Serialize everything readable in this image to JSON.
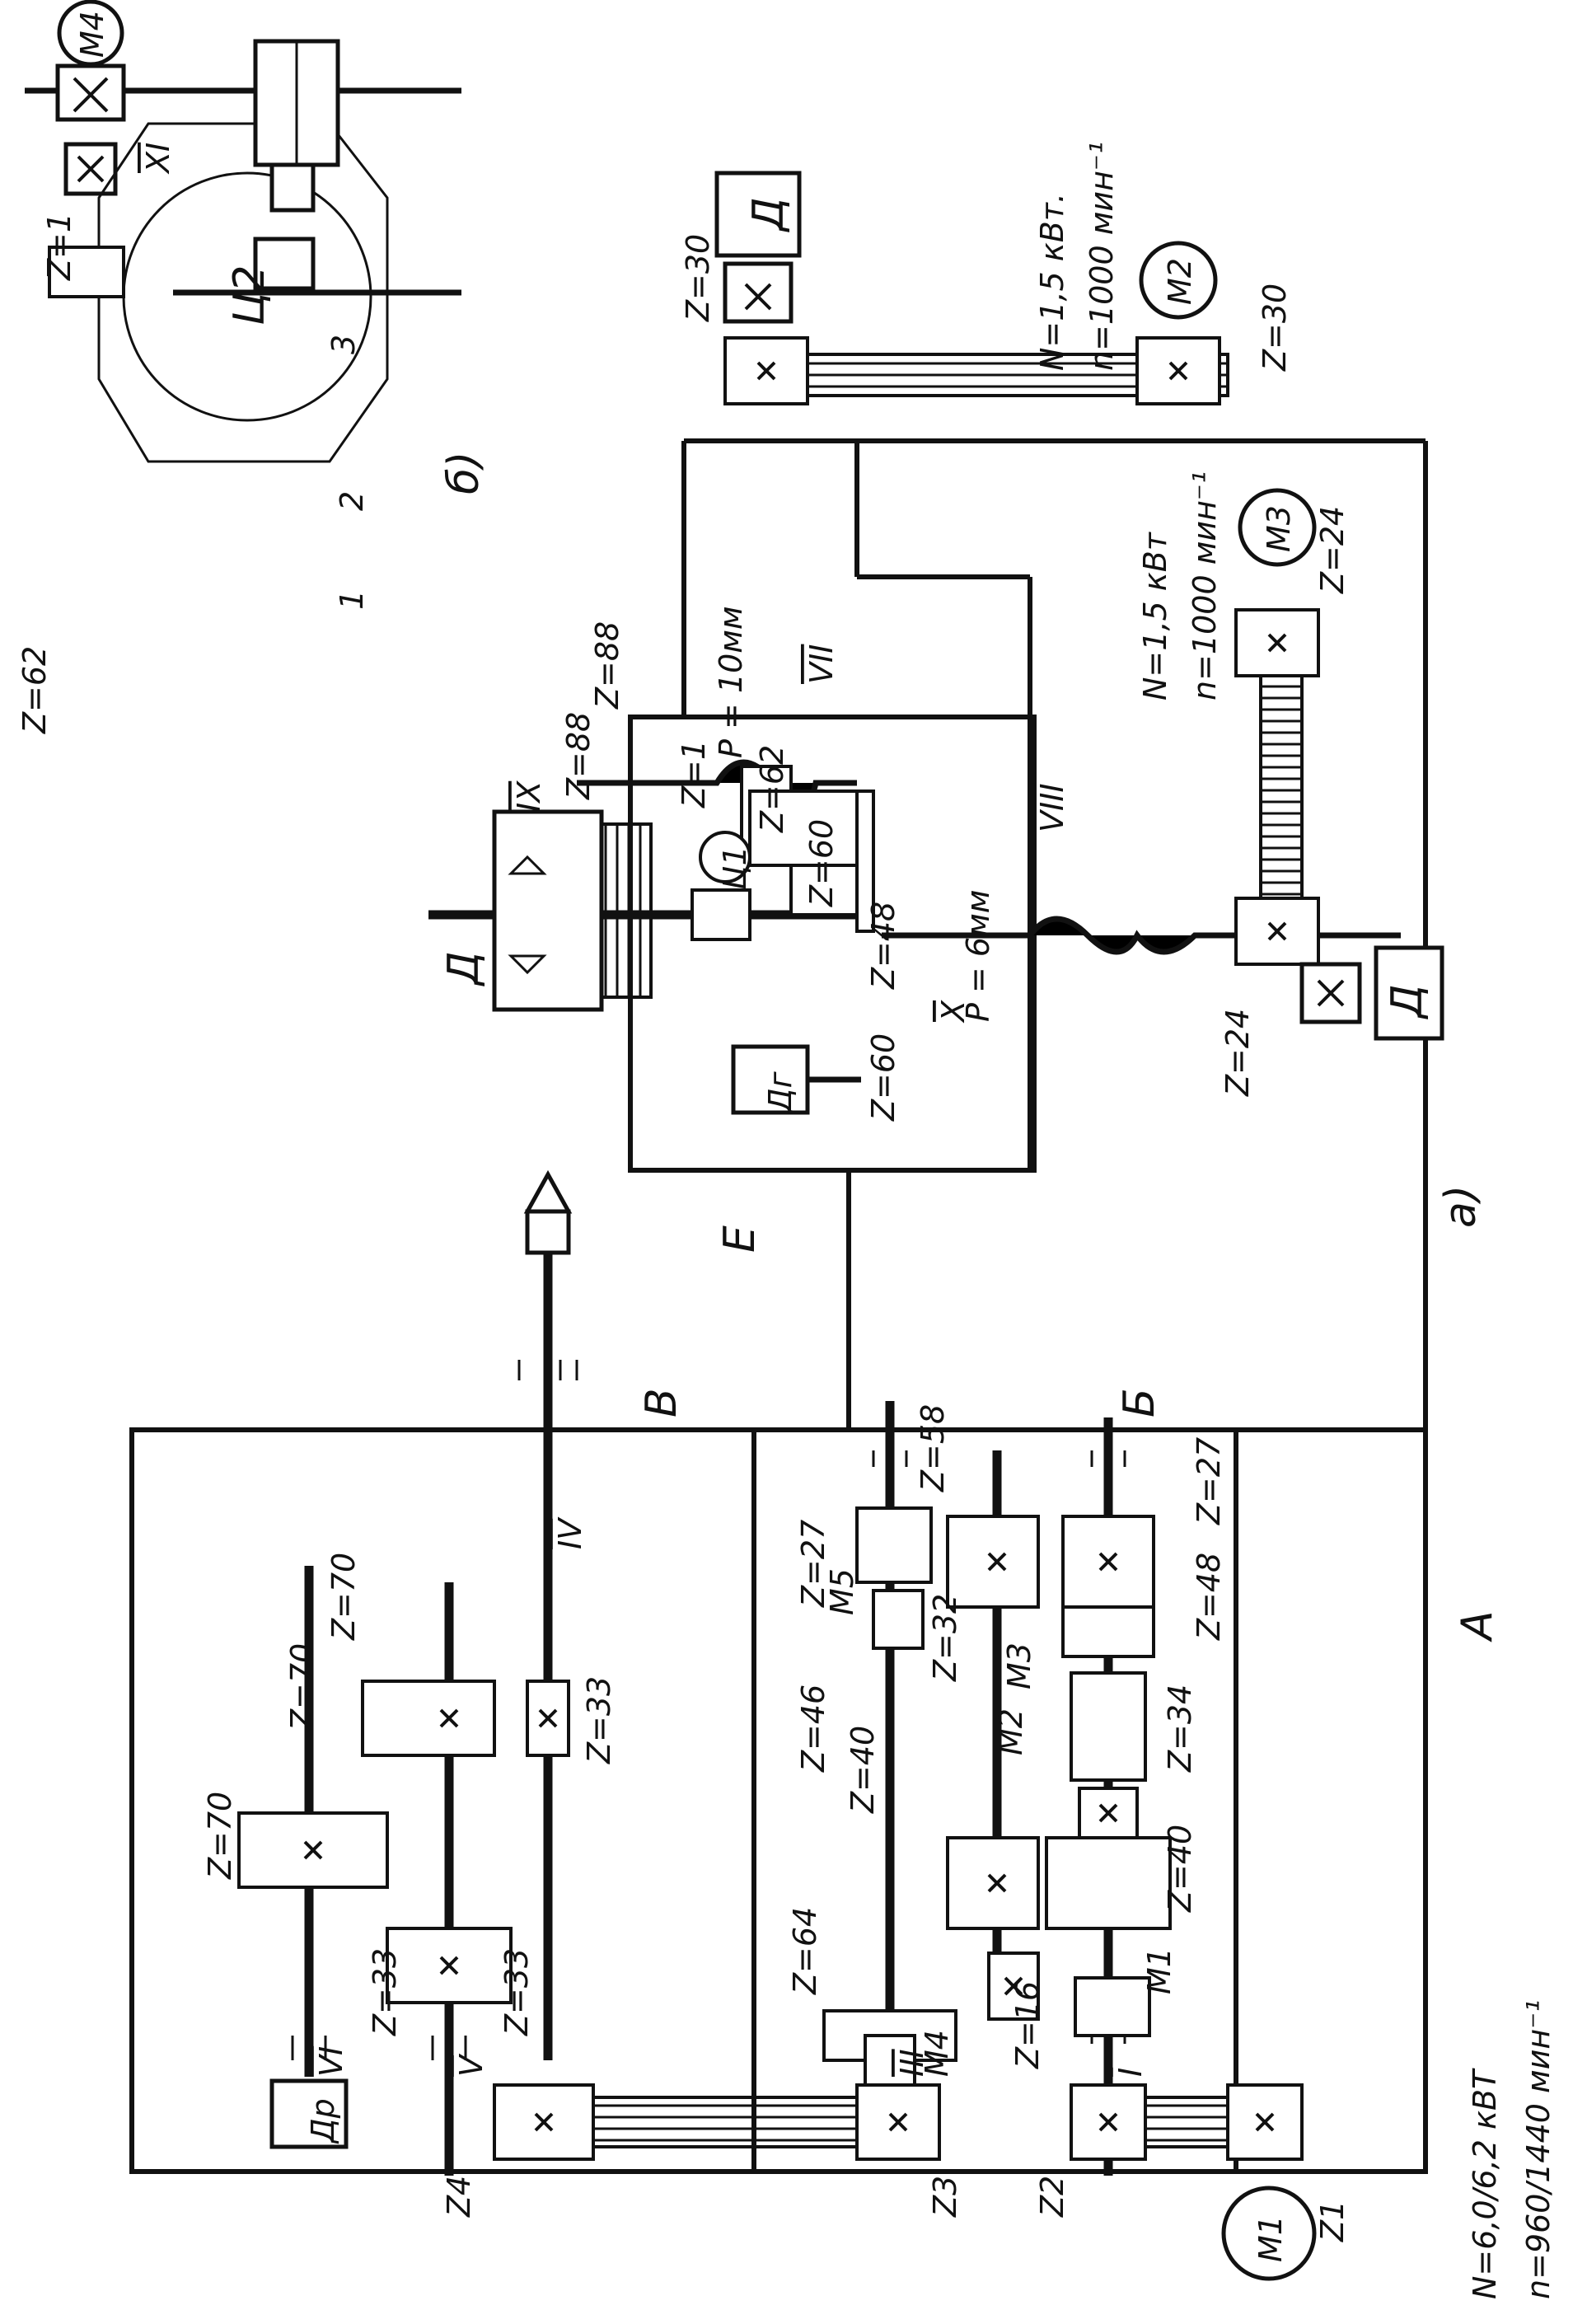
{
  "figure_labels": {
    "a": "а)",
    "b": "б)"
  },
  "motors": {
    "m1": {
      "label": "М1",
      "power": "N=6,0/6,2 кВТ",
      "speed": "n=960/1440 мин⁻¹"
    },
    "m2": {
      "label": "М2",
      "power": "N=1,5 кВт.",
      "speed": "n=1000 мин⁻¹"
    },
    "m3": {
      "label": "М3",
      "power": "N=1,5 кВт",
      "speed": "n=1000 мин⁻¹"
    },
    "m4": {
      "label": "М4"
    }
  },
  "units": {
    "A": "А",
    "B": "Б",
    "V": "В",
    "E": "Е",
    "D": "Д",
    "Dr": "Др",
    "Dg": "Дг",
    "C1": "Ц1",
    "C2": "Ц2"
  },
  "shafts": {
    "I": "I",
    "III": "III",
    "IV": "IV",
    "V": "V",
    "VI": "VI",
    "VII": "VII",
    "VIII": "VIII",
    "IX": "IX",
    "X": "X",
    "XI": "XI"
  },
  "couplings": {
    "m1": "М1",
    "m2": "М2",
    "m3": "М3",
    "m4": "М4",
    "m5": "М5"
  },
  "pitch": {
    "vii": "P = 10мм",
    "viii": "P = 6мм"
  },
  "gears": {
    "z1": "Z1",
    "z2": "Z2",
    "z3": "Z3",
    "z4": "Z4",
    "z70a": "Z=70",
    "z70b": "Z=70",
    "z70c": "Z=70",
    "z33a": "Z=33",
    "z33b": "Z=33",
    "z33c": "Z=33",
    "z64": "Z=64",
    "z40a": "Z=40",
    "z40b": "Z=40",
    "z16": "Z=16",
    "z46": "Z=46",
    "z32": "Z=32",
    "z34": "Z=34",
    "z48": "Z=48",
    "z27a": "Z=27",
    "z27b": "Z=27",
    "z58": "Z=58",
    "z24a": "Z=24",
    "z24b": "Z=24",
    "z30a": "Z=30",
    "z30b": "Z=30",
    "z60a": "Z=60",
    "z60b": "Z=60",
    "z48b": "Z=48",
    "z62": "Z=62",
    "z1w": "Z=1",
    "z88a": "Z=88",
    "z88b": "Z=88",
    "zb62": "Z=62",
    "zb1": "Z=1"
  },
  "callouts": {
    "n1": "1",
    "n2": "2",
    "n3": "3"
  }
}
